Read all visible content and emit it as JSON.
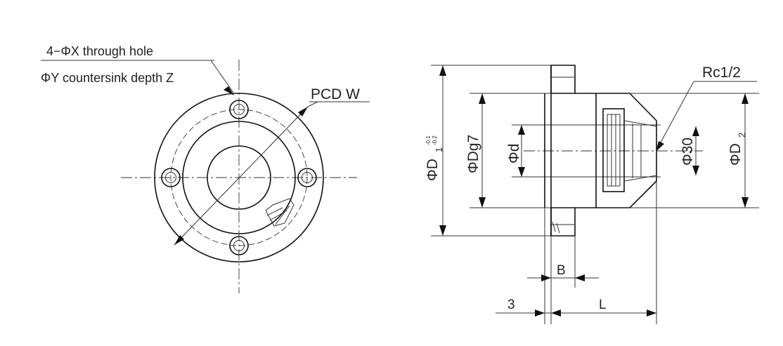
{
  "front_view": {
    "note_line1": "4−ΦX through hole",
    "note_line2": "ΦY countersink depth Z",
    "pcd_label": "PCD W"
  },
  "side_view": {
    "thread_label": "Rc1/2",
    "d1_label": "ΦD",
    "d1_sub": "1",
    "d1_tol_upper": "-0.1",
    "d1_tol_lower": "-0.2",
    "dg7_label": "ΦDg7",
    "d_label": "Φd",
    "d30_label": "Φ30",
    "d2_label": "ΦD",
    "d2_sub": "2",
    "b_label": "B",
    "three_label": "3",
    "l_label": "L"
  }
}
